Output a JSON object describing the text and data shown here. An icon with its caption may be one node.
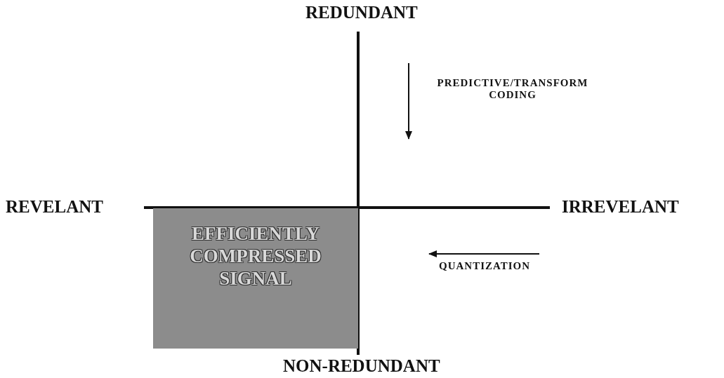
{
  "diagram": {
    "nodes": [
      {
        "text": [
          "EFFICIENTLY COMPRESSED SIGNAL"
        ]
      }
    ],
    "labels": [
      "REDUNDANT",
      "PREDICTIVE/TRANSFORM CODING",
      "REVELANT",
      "IRREVELANT",
      "QUANTIZATION",
      "NON-REDUNDANT"
    ]
  }
}
